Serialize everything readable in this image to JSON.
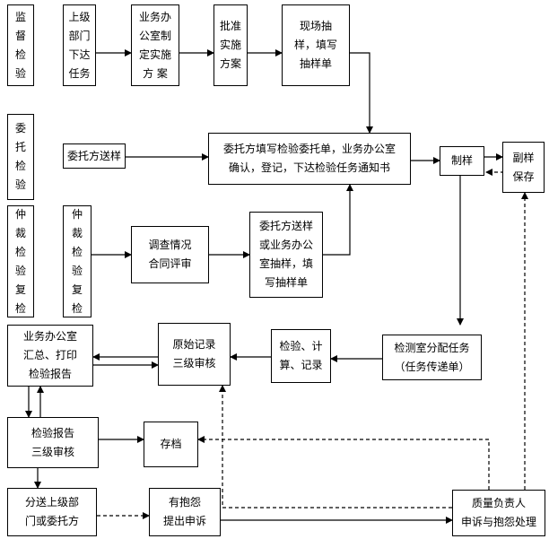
{
  "nodes": {
    "supervise": "监\n督\n检\n验",
    "task": "上级\n部门\n下达\n任务",
    "plan": "业务办\n公室制\n定实施\n方  案",
    "approve": "批准\n实施\n方案",
    "onsite": "现场抽\n样，填写\n抽样单",
    "entrust": "委\n托\n检\n验",
    "entrustSend": "委托方送样",
    "fillForm": "委托方填写检验委托单，业务办公室\n确认，登记，下达检验任务通知书",
    "prep": "制样",
    "backup": "副样\n保存",
    "arbitrate1": "仲\n裁\n检\n验\n复\n检",
    "arbitrate2": "仲\n裁\n检\n验\n复\n检",
    "survey": "调查情况\n合同评审",
    "sampling": "委托方送样\n或业务办公\n室抽样，填\n写抽样单",
    "assign": "检测室分配任务\n（任务传递单）",
    "testing": "检验、计\n算、记录",
    "rawRecord": "原始记录\n三级审核",
    "compile": "业务办公室\n汇总、打印\n检验报告",
    "reportReview": "检验报告\n三级审核",
    "archive": "存档",
    "distribute": "分送上级部\n门或委托方",
    "complaint": "有抱怨\n提出申诉",
    "quality": "质量负责人\n申诉与抱怨处理"
  }
}
